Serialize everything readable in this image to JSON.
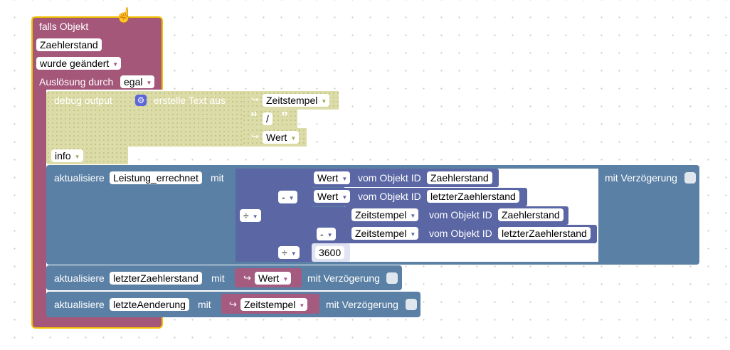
{
  "event_block": {
    "title": "falls Objekt",
    "object_id": "Zaehlerstand",
    "change_option": "wurde geändert",
    "trigger_label": "Auslösung durch",
    "trigger_option": "egal"
  },
  "debug_block": {
    "label": "debug output",
    "text_join_label": "erstelle Text aus",
    "part1_var": "Zeitstempel",
    "part2_text": "/",
    "part3_var": "Wert",
    "level": "info"
  },
  "update_block_1": {
    "label": "aktualisiere",
    "target": "Leistung_errechnet",
    "with_label": "mit",
    "delay_label": "mit Verzögerung",
    "outer_operator": "÷",
    "minus_operator": "-",
    "divide_operator": "÷",
    "wert_option": "Wert",
    "zeitstempel_option": "Zeitstempel",
    "from_object_label": "vom Objekt ID",
    "obj1": "Zaehlerstand",
    "obj2": "letzterZaehlerstand",
    "obj3": "Zaehlerstand",
    "obj4": "letzterZaehlerstand",
    "divisor": "3600"
  },
  "update_block_2": {
    "label": "aktualisiere",
    "target": "letzterZaehlerstand",
    "with_label": "mit",
    "value_var": "Wert",
    "delay_label": "mit Verzögerung"
  },
  "update_block_3": {
    "label": "aktualisiere",
    "target": "letzteAenderung",
    "with_label": "mit",
    "value_var": "Zeitstempel",
    "delay_label": "mit Verzögerung"
  },
  "icons": {
    "cursor": "hand-cursor-icon",
    "gear": "gear-icon",
    "variable": "variable-return-icon",
    "quote_open": "“",
    "quote_close": "”"
  },
  "colors": {
    "event": "#a5577a",
    "control": "#5b80a5",
    "math": "#5b67a5",
    "text": "#d7d7a3",
    "highlight": "#f2c200"
  }
}
